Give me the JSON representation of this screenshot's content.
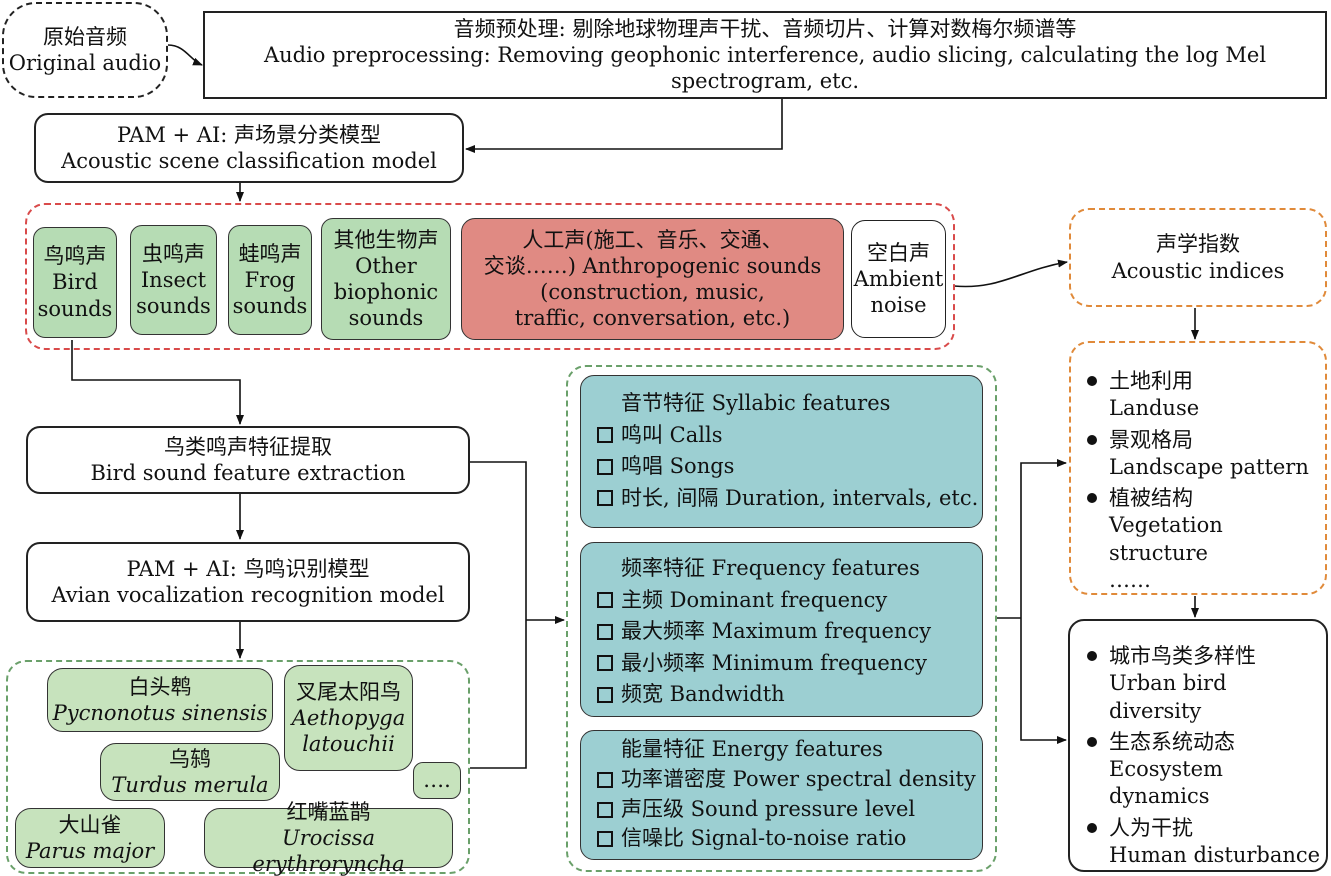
{
  "original_audio": {
    "zh": "原始音频",
    "en": "Original audio"
  },
  "preprocessing": {
    "zh": "音频预处理: 剔除地球物理声干扰、音频切片、计算对数梅尔频谱等",
    "en": "Audio preprocessing: Removing geophonic interference, audio slicing, calculating the log Mel spectrogram, etc."
  },
  "scene_model": {
    "zh": "PAM + AI: 声场景分类模型",
    "en": "Acoustic scene classification model"
  },
  "sound_classes": {
    "bird": {
      "zh": "鸟鸣声",
      "en1": "Bird",
      "en2": "sounds"
    },
    "insect": {
      "zh": "虫鸣声",
      "en1": "Insect",
      "en2": "sounds"
    },
    "frog": {
      "zh": "蛙鸣声",
      "en1": "Frog",
      "en2": "sounds"
    },
    "other": {
      "zh": "其他生物声",
      "en1": "Other",
      "en2": "biophonic",
      "en3": "sounds"
    },
    "anthro": {
      "zh1": "人工声(施工、音乐、交通、",
      "zh2": "交谈……) Anthropogenic sounds",
      "en1": "(construction, music,",
      "en2": "traffic, conversation, etc.)"
    },
    "ambient": {
      "zh": "空白声",
      "en1": "Ambient",
      "en2": "noise"
    }
  },
  "acoustic_indices": {
    "zh": "声学指数",
    "en": "Acoustic indices"
  },
  "landscape_list": {
    "items": [
      {
        "zh": "土地利用",
        "en": "Landuse"
      },
      {
        "zh": "景观格局",
        "en": "Landscape pattern"
      },
      {
        "zh": "植被结构",
        "en": "Vegetation structure"
      }
    ],
    "more": "……"
  },
  "outcomes_list": {
    "items": [
      {
        "zh": "城市鸟类多样性",
        "en": "Urban bird diversity"
      },
      {
        "zh": "生态系统动态",
        "en": "Ecosystem dynamics"
      },
      {
        "zh": "人为干扰",
        "en": "Human disturbance"
      }
    ],
    "more": "……"
  },
  "bird_feature": {
    "zh": "鸟类鸣声特征提取",
    "en": "Bird sound feature extraction"
  },
  "avian_model": {
    "zh": "PAM + AI: 鸟鸣识别模型",
    "en": "Avian vocalization recognition model"
  },
  "species": {
    "s1": {
      "zh": "白头鹎",
      "latin": "Pycnonotus sinensis"
    },
    "s2": {
      "zh": "叉尾太阳鸟",
      "latin1": "Aethopyga",
      "latin2": "latouchii"
    },
    "s3": {
      "zh": "乌鸫",
      "latin": "Turdus merula"
    },
    "s4": {
      "zh": "大山雀",
      "latin": "Parus major"
    },
    "s5": {
      "zh": "红嘴蓝鹊",
      "latin": "Urocissa erythroryncha"
    },
    "more": "…."
  },
  "features": {
    "syllabic": {
      "header": "音节特征 Syllabic features",
      "items": [
        "鸣叫 Calls",
        "鸣唱 Songs",
        "时长, 间隔 Duration, intervals, etc."
      ]
    },
    "frequency": {
      "header": "频率特征 Frequency features",
      "items": [
        "主频 Dominant frequency",
        "最大频率 Maximum frequency",
        "最小频率 Minimum frequency",
        "频宽 Bandwidth"
      ]
    },
    "energy": {
      "header": "能量特征 Energy features",
      "items": [
        "功率谱密度 Power spectral density",
        "声压级 Sound pressure level",
        "信噪比 Signal-to-noise ratio"
      ]
    }
  }
}
